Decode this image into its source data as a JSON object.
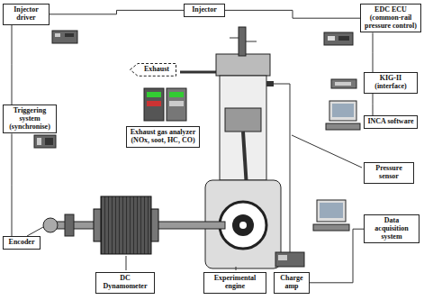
{
  "diagram": {
    "nodes": [
      {
        "text": [
          "Injector driver"
        ]
      },
      {
        "text": [
          "Injector"
        ]
      },
      {
        "text": [
          "EDC ECU (common-rail pressure control)"
        ]
      },
      {
        "text": [
          "Exhaust"
        ]
      },
      {
        "text": [
          "KIG-II (interface)"
        ]
      },
      {
        "text": [
          "Triggering system (synchronise)"
        ]
      },
      {
        "text": [
          "INCA software"
        ]
      },
      {
        "text": [
          "Exhaust gas analyzer (NOx, soot, HC, CO)"
        ]
      },
      {
        "text": [
          "Pressure sensor"
        ]
      },
      {
        "text": [
          "Data acquisition system"
        ]
      },
      {
        "text": [
          "Encoder"
        ]
      },
      {
        "text": [
          "DC Dynamometer"
        ]
      },
      {
        "text": [
          "Experimental engine"
        ]
      },
      {
        "text": [
          "Charge amp"
        ]
      }
    ],
    "edges": [
      {
        "from": 0,
        "to": 1,
        "arrow": "none"
      },
      {
        "from": 1,
        "to": 2,
        "arrow": "none"
      },
      {
        "from": 2,
        "to": 4,
        "arrow": "none"
      },
      {
        "from": 4,
        "to": 6,
        "arrow": "none"
      },
      {
        "from": 0,
        "to": 5,
        "arrow": "none"
      },
      {
        "from": 5,
        "to": 10,
        "arrow": "none"
      },
      {
        "from": 13,
        "to": 9,
        "arrow": "none"
      }
    ]
  }
}
